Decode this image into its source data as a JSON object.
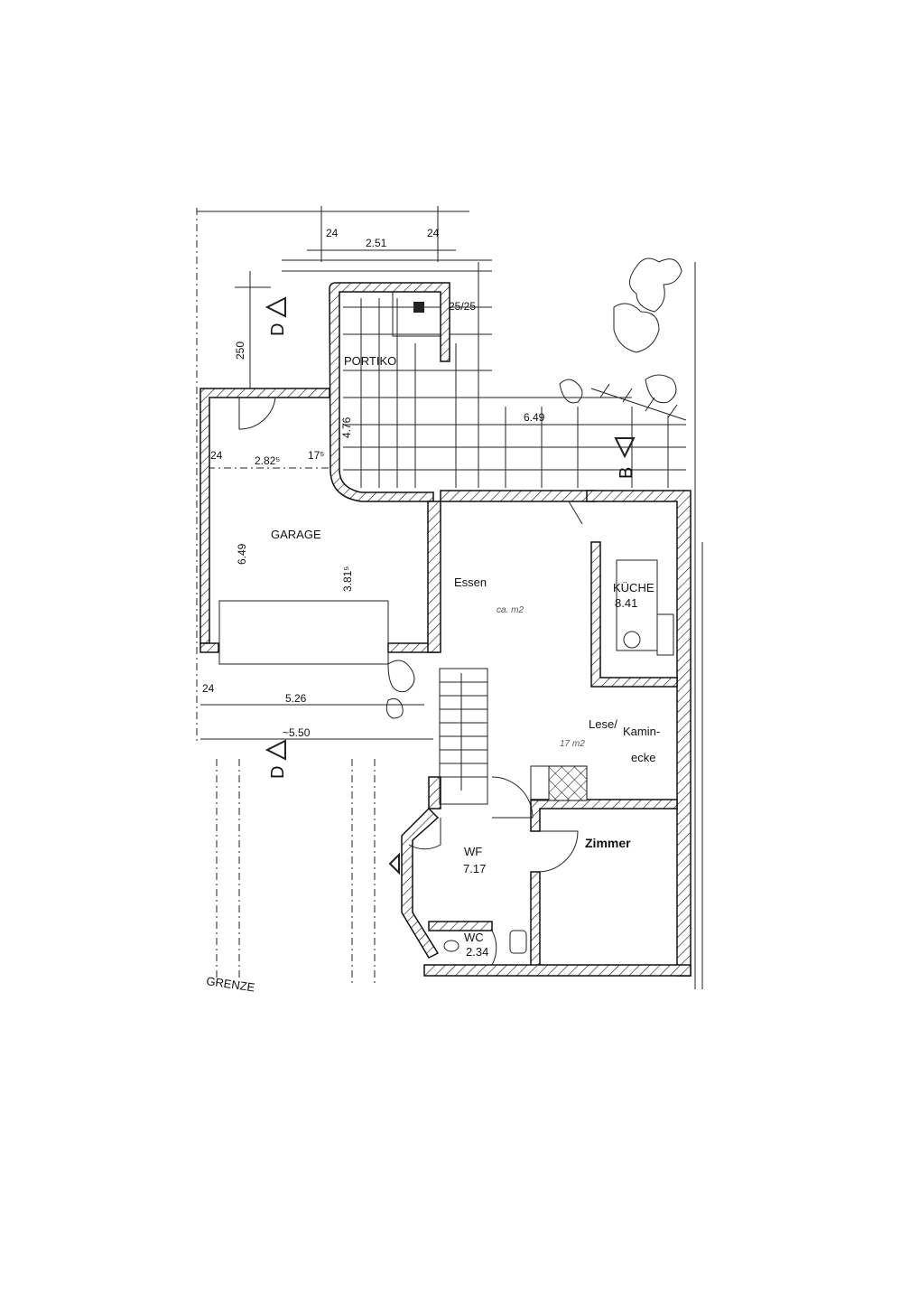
{
  "plan": {
    "rooms": {
      "portico": "PORTIKO",
      "garage": "GARAGE",
      "essen": "Essen",
      "kueche": "KÜCHE",
      "kueche_area": "8.41",
      "lese_1": "Lese/",
      "lese_2": "Kamin-",
      "lese_3": "ecke",
      "zimmer": "Zimmer",
      "wf": "WF",
      "wf_area": "7.17",
      "wc": "WC",
      "wc_area": "2.34"
    },
    "dimensions": {
      "top_inner": "2.51",
      "top_left_wall": "24",
      "top_right_wall": "24",
      "column": "25/25",
      "portico_depth": "250",
      "portico_side": "4.76",
      "garage_left_wall": "24",
      "garage_width": "2.82⁵",
      "garage_right_wall": "17⁵",
      "garage_length": "6.49",
      "garage_inner": "3.81⁵",
      "bottom_wall": "24",
      "bottom_width": "5.26",
      "bottom_total": "~5.50",
      "terrace_width": "6.49"
    },
    "section_marks": {
      "b": "B",
      "d_top": "D",
      "d_bottom": "D"
    },
    "notes": {
      "essen_area": "ca. m2",
      "lese_area": "17 m2",
      "boundary": "GRENZE"
    }
  }
}
